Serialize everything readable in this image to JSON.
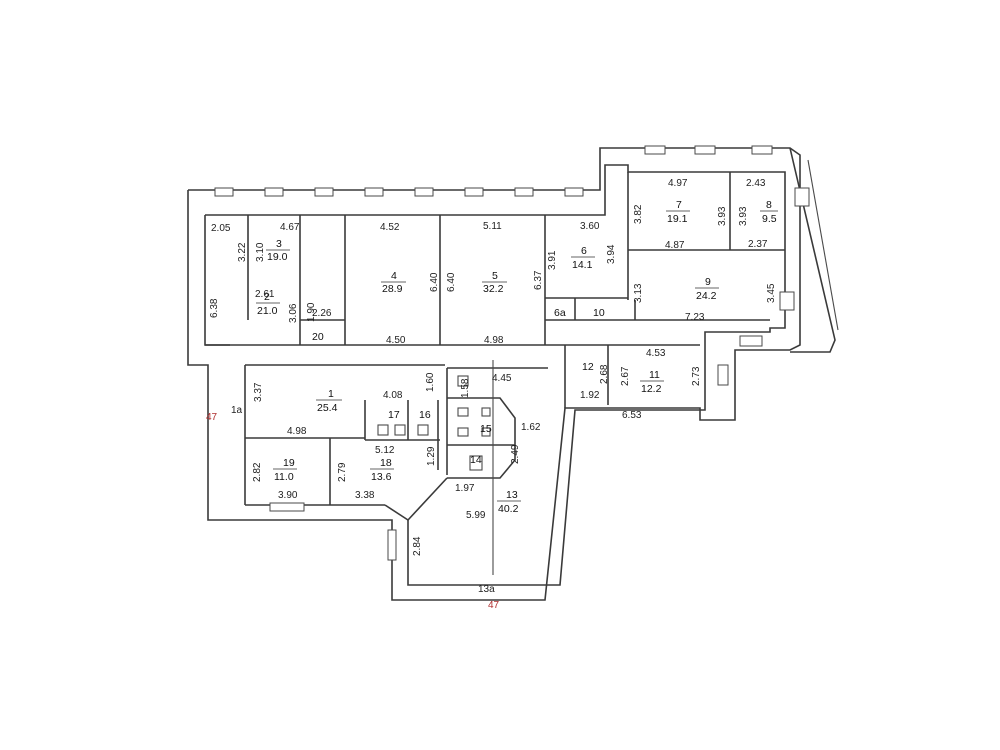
{
  "markers": {
    "left": "47",
    "bottom": "47"
  },
  "rooms": [
    {
      "num": "1",
      "area": "25.4"
    },
    {
      "num": "2",
      "area": "21.0"
    },
    {
      "num": "3",
      "area": "19.0"
    },
    {
      "num": "4",
      "area": "28.9"
    },
    {
      "num": "5",
      "area": "32.2"
    },
    {
      "num": "6",
      "area": "14.1"
    },
    {
      "num": "7",
      "area": "19.1"
    },
    {
      "num": "8",
      "area": "9.5"
    },
    {
      "num": "9",
      "area": "24.2"
    },
    {
      "num": "11",
      "area": "12.2"
    },
    {
      "num": "13",
      "area": "40.2"
    },
    {
      "num": "18",
      "area": "13.6"
    },
    {
      "num": "19",
      "area": "11.0"
    }
  ],
  "labels": {
    "r10": "10",
    "r12": "12",
    "r14": "14",
    "r15": "15",
    "r16": "16",
    "r17": "17",
    "r20": "20",
    "r6a": "6a",
    "r1a": "1a",
    "r13a": "13a"
  },
  "dims": {
    "d205": "2.05",
    "d467": "4.67",
    "d452": "4.52",
    "d511": "5.11",
    "d360": "3.60",
    "d497": "4.97",
    "d243": "2.43",
    "d382": "3.82",
    "d393a": "3.93",
    "d393b": "3.93",
    "d487": "4.87",
    "d237": "2.37",
    "d391": "3.91",
    "d394": "3.94",
    "d310": "3.10",
    "d322": "3.22",
    "d261": "2.61",
    "d638": "6.38",
    "d306": "3.06",
    "d190": "1.90",
    "d226": "2.26",
    "d640a": "6.40",
    "d640b": "6.40",
    "d637": "6.37",
    "d313": "3.13",
    "d345": "3.45",
    "d723": "7.23",
    "d450": "4.50",
    "d498a": "4.98",
    "d453": "4.53",
    "d337": "3.37",
    "d408": "4.08",
    "d160": "1.60",
    "d445": "4.45",
    "d158": "1.58",
    "d268": "2.68",
    "d267": "2.67",
    "d273": "2.73",
    "d192": "1.92",
    "d653": "6.53",
    "d498b": "4.98",
    "d512": "5.12",
    "d162": "1.62",
    "d249": "2.49",
    "d129": "1.29",
    "d282": "2.82",
    "d279": "2.79",
    "d197": "1.97",
    "d390": "3.90",
    "d338": "3.38",
    "d599": "5.99",
    "d284": "2.84"
  }
}
